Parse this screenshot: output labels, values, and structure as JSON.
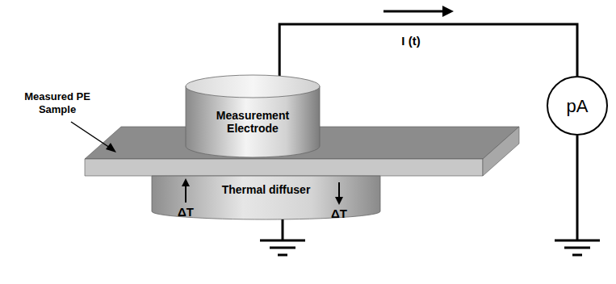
{
  "diagram": {
    "nodes": [
      {
        "text": [
          "Measurement Electrode"
        ]
      },
      {
        "text": [
          "Thermal diffuser"
        ]
      },
      {
        "text": [
          "pA"
        ]
      }
    ],
    "edges": [
      {
        "from": 0,
        "to": 2,
        "arrow": "none"
      }
    ],
    "labels": [
      "Measured PE Sample",
      "I (t)",
      "ΔT",
      "ΔT"
    ]
  }
}
